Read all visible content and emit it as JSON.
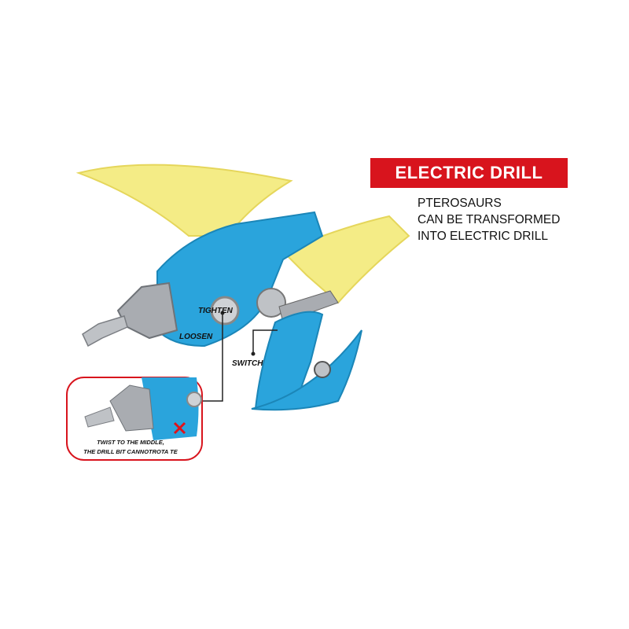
{
  "banner": {
    "title": "ELECTRIC DRILL",
    "color": "#d8141d"
  },
  "description": [
    "PTEROSAURS",
    "CAN BE  TRANSFORMED",
    "INTO  ELECTRIC DRILL"
  ],
  "labels": {
    "tighten": "TIGHTEN",
    "loosen": "LOOSEN",
    "switch": "SWITCH"
  },
  "inset_note": [
    "TWIST TO THE MIDDLE,",
    "THE DRILL BIT CANNOTROTA TE"
  ],
  "colors": {
    "body": "#2aa4dc",
    "wing": "#f3ea7a",
    "metal": "#a9acb1",
    "warning": "#e0121a"
  }
}
